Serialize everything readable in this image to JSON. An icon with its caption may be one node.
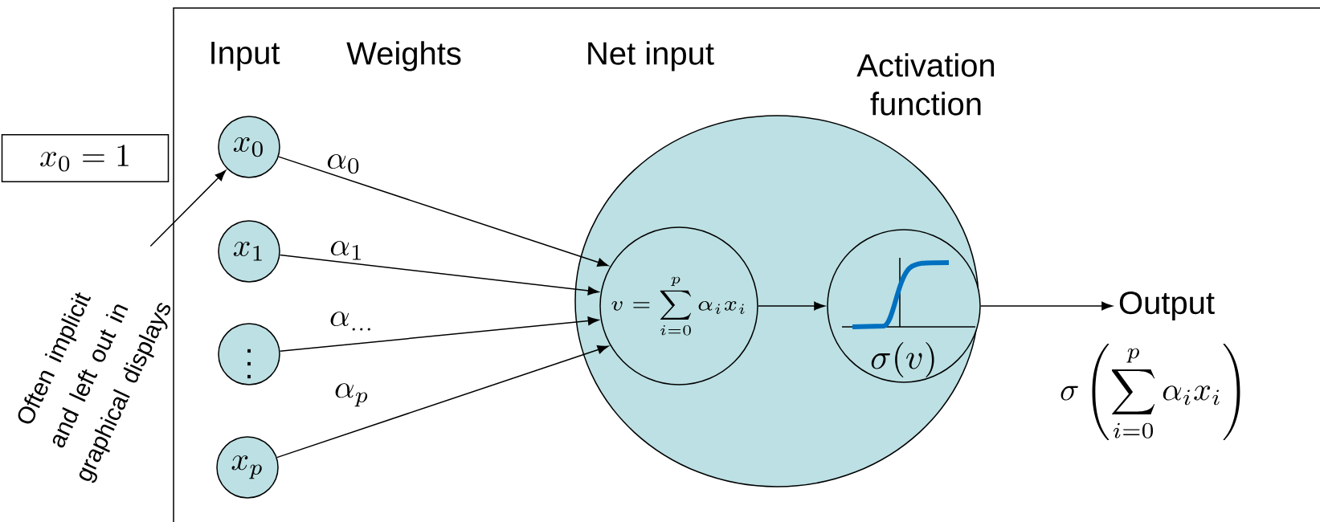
{
  "diagram": {
    "nodes": [
      {
        "text": [
          "x_0 = 1"
        ]
      },
      {
        "text": [
          "Often implicit and left out in graphical displays"
        ]
      },
      {
        "text": [
          "x_0"
        ]
      },
      {
        "text": [
          "x_1"
        ]
      },
      {
        "text": [
          "\\vdots"
        ]
      },
      {
        "text": [
          "x_p"
        ]
      },
      {
        "text": [],
        "shape": "ellipse"
      },
      {
        "text": [
          "v = \\sum_{i=0}^{p} \\alpha_i x_i"
        ],
        "in": 6
      },
      {
        "text": [
          "\\sigma(v)"
        ],
        "in": 6
      },
      {
        "text": [
          "Output"
        ],
        "beside": [
          "\\sigma\\left(\\sum_{i=0}^{p} \\alpha_i x_i\\right)"
        ]
      }
    ],
    "edges": [
      {
        "from": 1,
        "to": 2,
        "arrow": "to"
      },
      {
        "from": 2,
        "to": 7,
        "arrow": "to",
        "label": "\\alpha_0"
      },
      {
        "from": 3,
        "to": 7,
        "arrow": "to",
        "label": "\\alpha_1"
      },
      {
        "from": 4,
        "to": 7,
        "arrow": "to",
        "label": "\\alpha_{\\dots}"
      },
      {
        "from": 5,
        "to": 7,
        "arrow": "to",
        "label": "\\alpha_p"
      },
      {
        "from": 7,
        "to": 8,
        "arrow": "to"
      },
      {
        "from": 8,
        "to": 9,
        "arrow": "to"
      }
    ],
    "labels": [
      "Input",
      "Weights",
      "Net input",
      "Activation function"
    ]
  }
}
